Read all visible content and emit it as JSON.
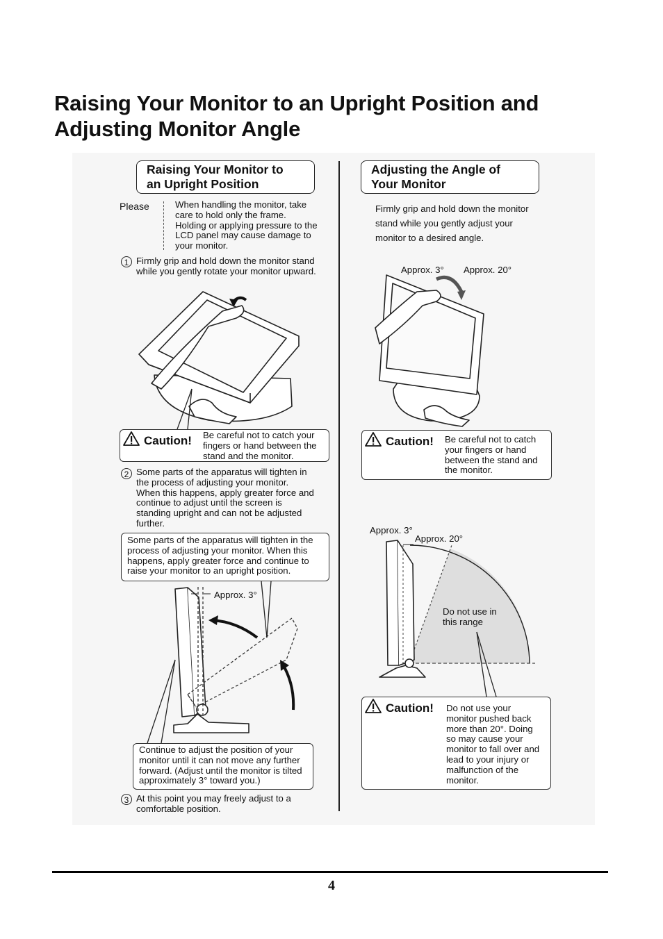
{
  "page": {
    "title_line1": "Raising Your Monitor to an Upright Position and",
    "title_line2": "Adjusting Monitor Angle",
    "page_number": "4"
  },
  "left": {
    "heading_line1": "Raising Your Monitor to",
    "heading_line2": "an Upright Position",
    "please_label": "Please",
    "please_lines": [
      "When handling the monitor, take",
      "care to hold only the frame.",
      "Holding or applying pressure to the",
      "LCD panel may cause damage to",
      "your monitor."
    ],
    "step1_num": "1",
    "step1_lines": [
      "Firmly grip and hold down the monitor stand",
      "while you gently rotate your monitor upward."
    ],
    "caution_label": "Caution!",
    "caution_lines": [
      "Be careful not to catch your",
      "fingers or hand between the",
      "stand and the monitor."
    ],
    "step2_num": "2",
    "step2_lines": [
      "Some parts of the apparatus will tighten in",
      "the process of adjusting your monitor.",
      "When this happens, apply greater force and",
      "continue to adjust until the screen is",
      "standing upright and can not be adjusted",
      "further."
    ],
    "callout1_lines": [
      "Some parts of the apparatus will tighten in the",
      "process of adjusting your monitor. When this",
      "happens, apply greater force and continue to",
      "raise your monitor to an upright position."
    ],
    "approx3_label": "Approx. 3°",
    "callout2_lines": [
      "Continue to adjust the position of your",
      "monitor until it can not move any further",
      "forward. (Adjust until the monitor is tilted",
      "approximately 3° toward you.)"
    ],
    "step3_num": "3",
    "step3_lines": [
      "At this point you may freely adjust to a",
      "comfortable position."
    ]
  },
  "right": {
    "heading_line1": "Adjusting the Angle of",
    "heading_line2": "Your Monitor",
    "intro_lines": [
      "Firmly grip and hold down the monitor",
      "stand while you gently adjust your",
      "monitor to a desired angle."
    ],
    "approx3_label": "Approx. 3°",
    "approx20_label": "Approx. 20°",
    "caution1_label": "Caution!",
    "caution1_lines": [
      "Be careful not to catch",
      "your fingers or hand",
      "between the stand and",
      "the monitor."
    ],
    "diagram_approx3": "Approx. 3°",
    "diagram_approx20": "Approx. 20°",
    "range_lines": [
      "Do not use in",
      "this range"
    ],
    "caution2_label": "Caution!",
    "caution2_lines": [
      "Do not use your",
      "monitor pushed back",
      "more than 20°. Doing",
      "so may cause your",
      "monitor to fall over and",
      "lead to your injury or",
      "malfunction of the",
      "monitor."
    ]
  },
  "icons": [
    "warning-triangle-icon",
    "rotate-arrow-icon"
  ]
}
